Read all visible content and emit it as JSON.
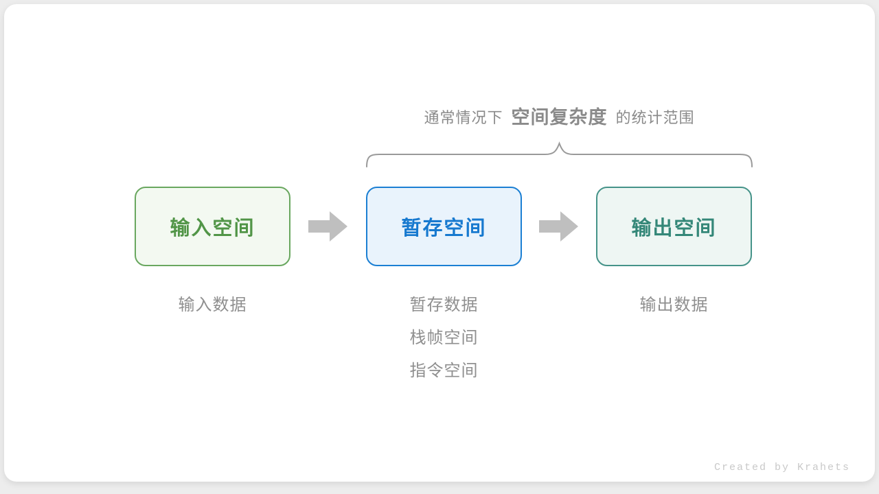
{
  "page": {
    "background_color": "#ededed",
    "card_background_color": "#ffffff"
  },
  "annotation": {
    "prefix": "通常情况下",
    "highlight": "空间复杂度",
    "suffix": "的统计范围",
    "text_color": "#8a8a8a"
  },
  "brace": {
    "shape": "horizontal-curly-brace",
    "color": "#9a9a9a"
  },
  "flow": {
    "boxes": [
      {
        "label": "输入空间",
        "border_color": "#69a75f",
        "fill_color": "#f3f9f1",
        "text_color": "#519547"
      },
      {
        "label": "暂存空间",
        "border_color": "#1b7fd3",
        "fill_color": "#e9f3fc",
        "text_color": "#1779cf"
      },
      {
        "label": "输出空间",
        "border_color": "#459389",
        "fill_color": "#eef6f3",
        "text_color": "#348778"
      }
    ],
    "arrow_color": "#bfbfbf"
  },
  "captions": {
    "input": [
      "输入数据"
    ],
    "buffer": [
      "暂存数据",
      "栈帧空间",
      "指令空间"
    ],
    "output": [
      "输出数据"
    ],
    "text_color": "#8f8f8f"
  },
  "footer": {
    "credit": "Created by Krahets",
    "text_color": "#c9c9c9"
  }
}
